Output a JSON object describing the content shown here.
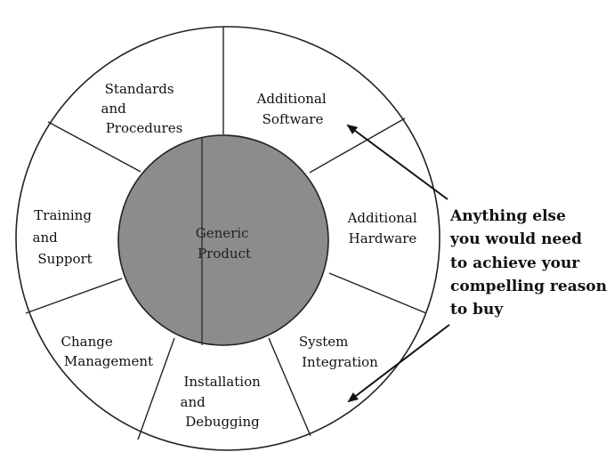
{
  "center": {
    "lines": [
      "Generic",
      "Product"
    ],
    "fill": "#8c8c8c"
  },
  "segments": [
    {
      "id": "standards",
      "lines": [
        "Standards",
        "and",
        "Procedures"
      ]
    },
    {
      "id": "software",
      "lines": [
        "Additional",
        "Software"
      ]
    },
    {
      "id": "hardware",
      "lines": [
        "Additional",
        "Hardware"
      ]
    },
    {
      "id": "integration",
      "lines": [
        "System",
        "Integration"
      ]
    },
    {
      "id": "installation",
      "lines": [
        "Installation",
        "and",
        "Debugging"
      ]
    },
    {
      "id": "change",
      "lines": [
        "Change",
        "Management"
      ]
    },
    {
      "id": "training",
      "lines": [
        "Training",
        "and",
        "Support"
      ]
    }
  ],
  "callout": {
    "lines": [
      "Anything else",
      "you would need",
      "to achieve your",
      "compelling reason",
      "to buy"
    ]
  }
}
